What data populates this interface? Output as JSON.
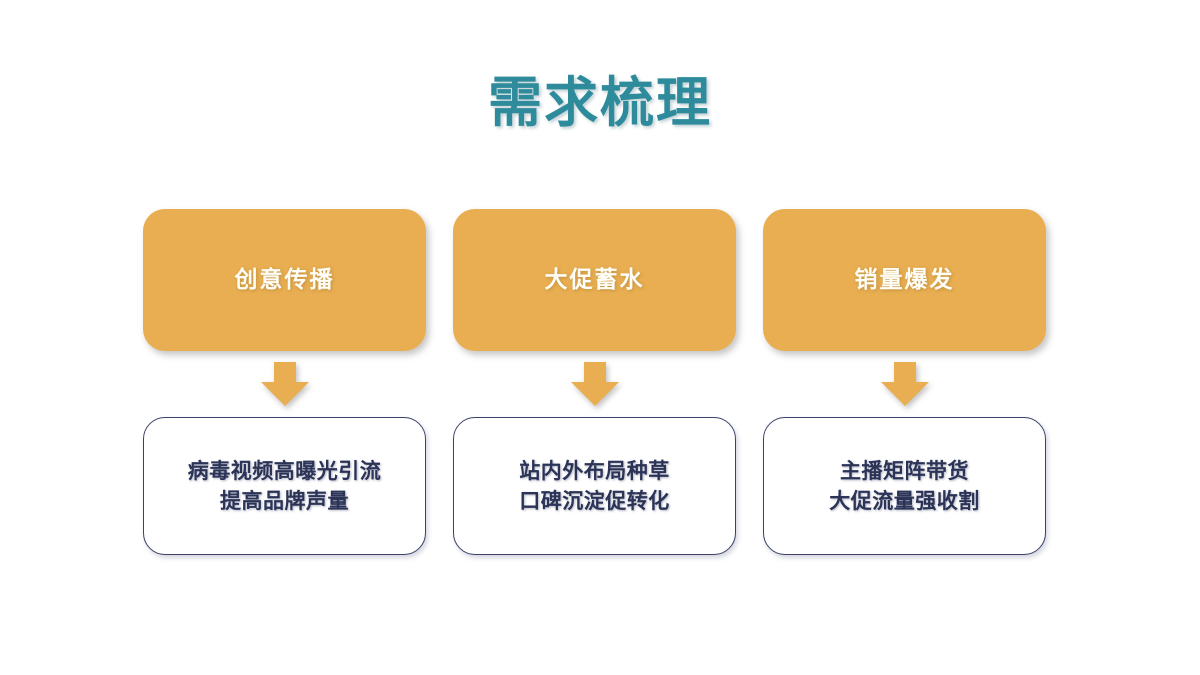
{
  "slide": {
    "title": "需求梳理",
    "background_color": "#FFFFFF",
    "title_color": "#2E8B9B"
  },
  "theme": {
    "accent_amber": "#E8AE51",
    "accent_navy": "#2B3357",
    "outline_navy": "#3B4168",
    "card_label_color": "#FFFDF7"
  },
  "flow": {
    "arrow_icon_name": "arrow-down-icon",
    "columns": [
      {
        "stage_label": "创意传播",
        "detail_text": "病毒视频高曝光引流\n提高品牌声量"
      },
      {
        "stage_label": "大促蓄水",
        "detail_text": "站内外布局种草\n口碑沉淀促转化"
      },
      {
        "stage_label": "销量爆发",
        "detail_text": "主播矩阵带货\n大促流量强收割"
      }
    ]
  }
}
